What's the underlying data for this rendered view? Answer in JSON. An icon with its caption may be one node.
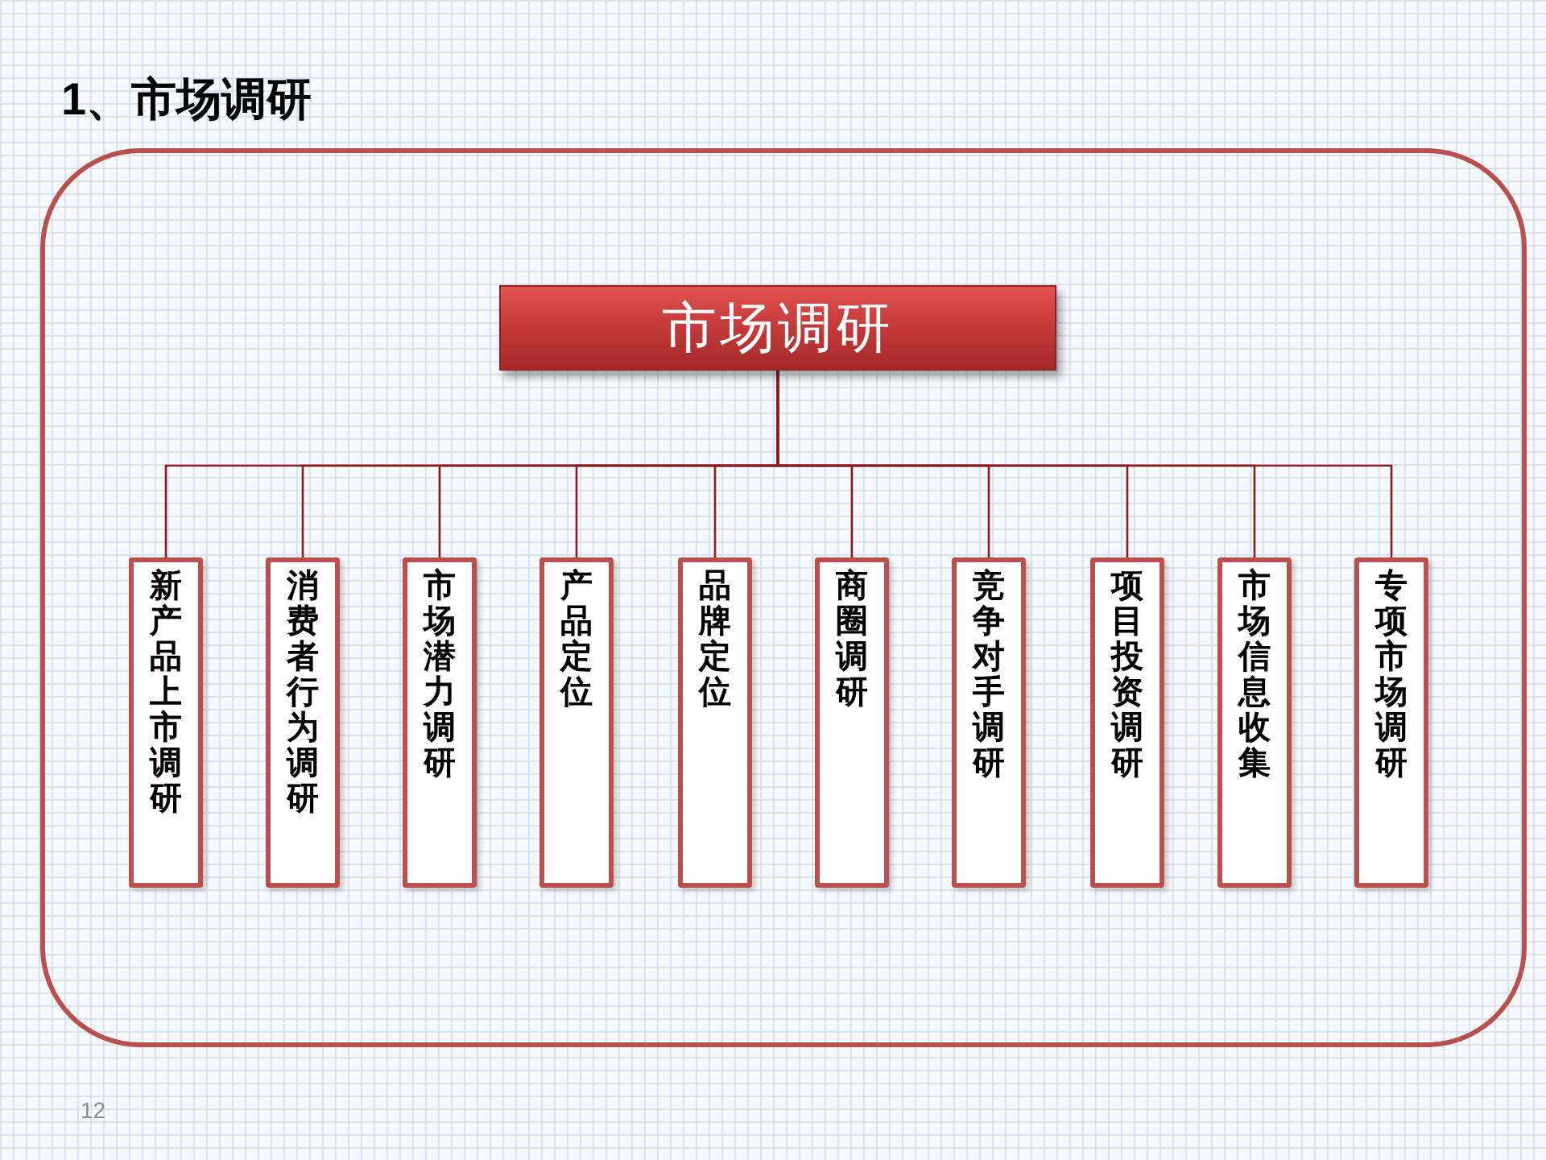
{
  "diagram": {
    "title": "1、市场调研",
    "nodes": [
      {
        "text": [],
        "shape": "box"
      },
      {
        "text": [
          "市场调研"
        ],
        "in": 0
      },
      {
        "text": [
          "新产品上市调研"
        ],
        "in": 0
      },
      {
        "text": [
          "消费者行为调研"
        ],
        "in": 0
      },
      {
        "text": [
          "市场潜力调研"
        ],
        "in": 0
      },
      {
        "text": [
          "产品定位"
        ],
        "in": 0
      },
      {
        "text": [
          "品牌定位"
        ],
        "in": 0
      },
      {
        "text": [
          "商圈调研"
        ],
        "in": 0
      },
      {
        "text": [
          "竞争对手调研"
        ],
        "in": 0
      },
      {
        "text": [
          "项目投资调研"
        ],
        "in": 0
      },
      {
        "text": [
          "市场信息收集"
        ],
        "in": 0
      },
      {
        "text": [
          "专项市场调研"
        ],
        "in": 0
      }
    ],
    "edges": [
      {
        "from": 1,
        "to": 2,
        "arrow": "none"
      },
      {
        "from": 1,
        "to": 3,
        "arrow": "none"
      },
      {
        "from": 1,
        "to": 4,
        "arrow": "none"
      },
      {
        "from": 1,
        "to": 5,
        "arrow": "none"
      },
      {
        "from": 1,
        "to": 6,
        "arrow": "none"
      },
      {
        "from": 1,
        "to": 7,
        "arrow": "none"
      },
      {
        "from": 1,
        "to": 8,
        "arrow": "none"
      },
      {
        "from": 1,
        "to": 9,
        "arrow": "none"
      },
      {
        "from": 1,
        "to": 10,
        "arrow": "none"
      },
      {
        "from": 1,
        "to": 11,
        "arrow": "none"
      }
    ],
    "labels": [
      "12"
    ]
  }
}
